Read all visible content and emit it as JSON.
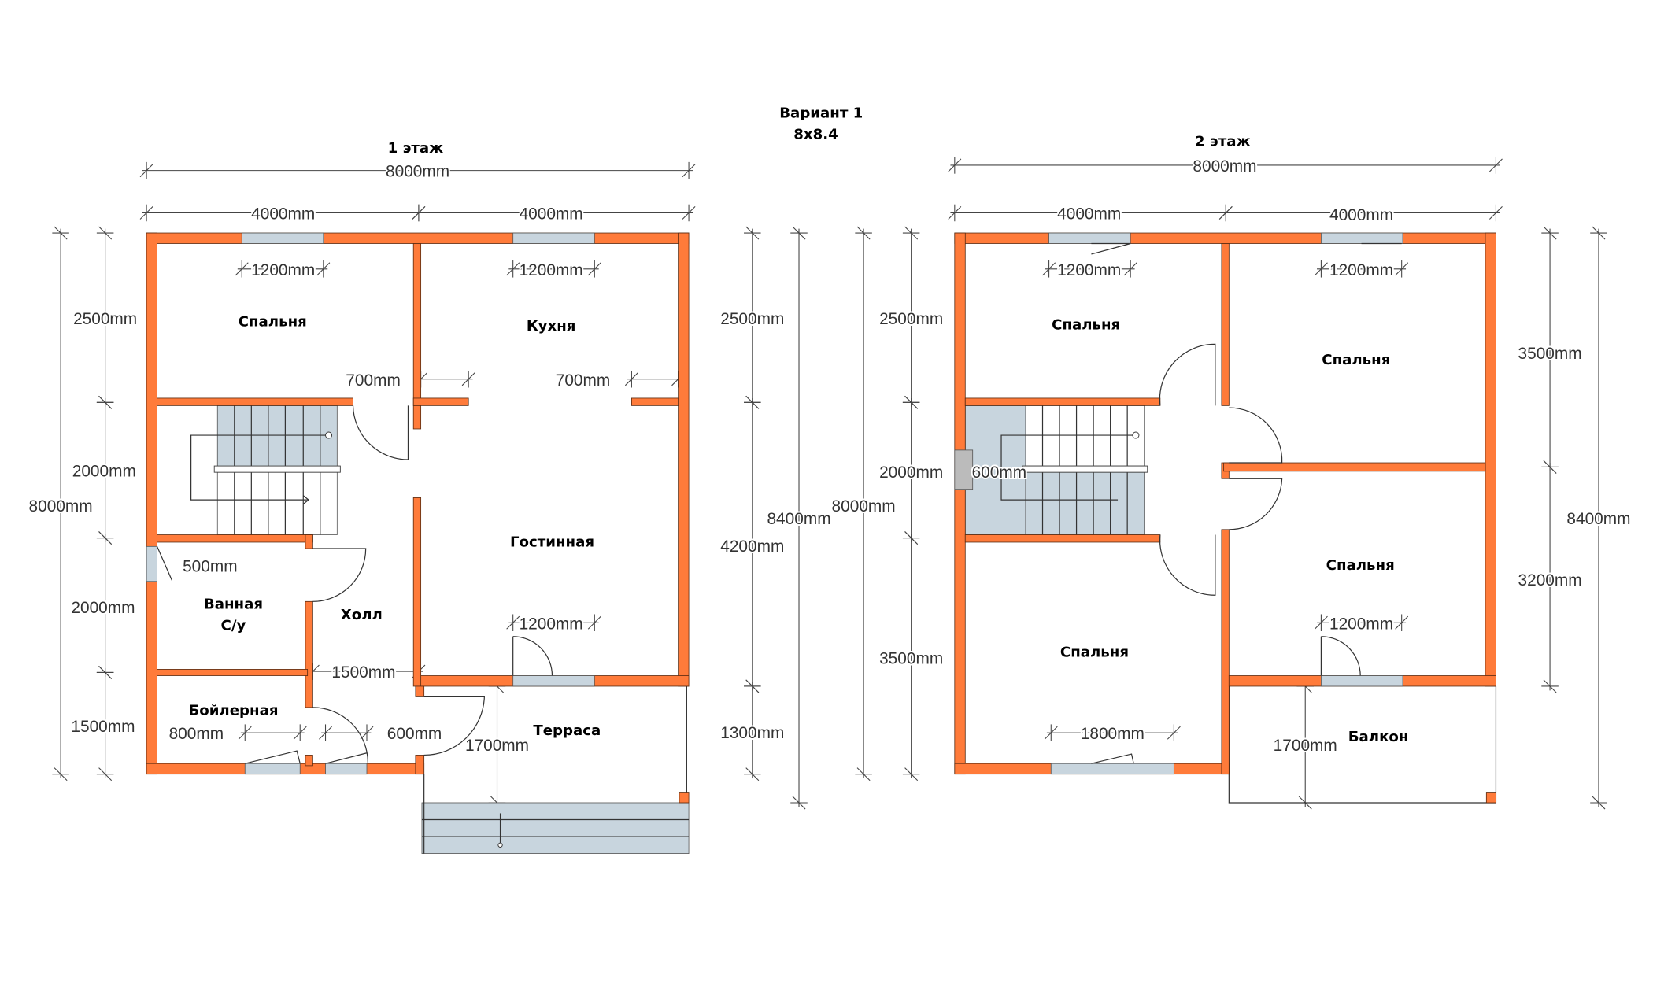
{
  "title": {
    "variant": "Вариант 1",
    "size": "8x8.4"
  },
  "floor1": {
    "title": "1 этаж",
    "rooms": {
      "bedroom": "Спальня",
      "kitchen": "Кухня",
      "living": "Гостинная",
      "bath1": "Ванная",
      "bath2": "С/у",
      "hall": "Холл",
      "boiler": "Бойлерная",
      "terrace": "Терраса"
    },
    "dims": {
      "total_width": "8000mm",
      "left_width": "4000mm",
      "right_width": "4000mm",
      "window_bedroom": "1200mm",
      "window_kitchen": "1200mm",
      "left_2500": "2500mm",
      "right_2500": "2500mm",
      "door_700_left": "700mm",
      "door_700_right": "700mm",
      "left_2000_a": "2000mm",
      "total_height": "8000mm",
      "total_height_terrace": "8400mm",
      "right_4200": "4200mm",
      "bath_window": "500mm",
      "left_2000_b": "2000mm",
      "window_living": "1200mm",
      "hall_1500": "1500mm",
      "left_1500": "1500mm",
      "window_boiler": "800mm",
      "window_hall": "600mm",
      "right_1300": "1300mm",
      "terrace_1700": "1700mm"
    }
  },
  "floor2": {
    "title": "2 этаж",
    "rooms": {
      "bedroom_tl": "Спальня",
      "bedroom_tr": "Спальня",
      "bedroom_br": "Спальня",
      "bedroom_bl": "Спальня",
      "balcony": "Балкон"
    },
    "dims": {
      "total_width": "8000mm",
      "left_width": "4000mm",
      "right_width": "4000mm",
      "window_tl": "1200mm",
      "window_tr": "1200mm",
      "left_2500": "2500mm",
      "right_3500": "3500mm",
      "left_2000": "2000mm",
      "stair_window": "600mm",
      "total_height": "8000mm",
      "total_height_balcony": "8400mm",
      "right_3200": "3200mm",
      "window_br": "1200mm",
      "left_3500": "3500mm",
      "window_bl": "1800mm",
      "balcony_1700": "1700mm"
    }
  },
  "colors": {
    "wall": "#FF7B3A",
    "window": "#C8D5DE",
    "stair": "#C8D5DE"
  }
}
